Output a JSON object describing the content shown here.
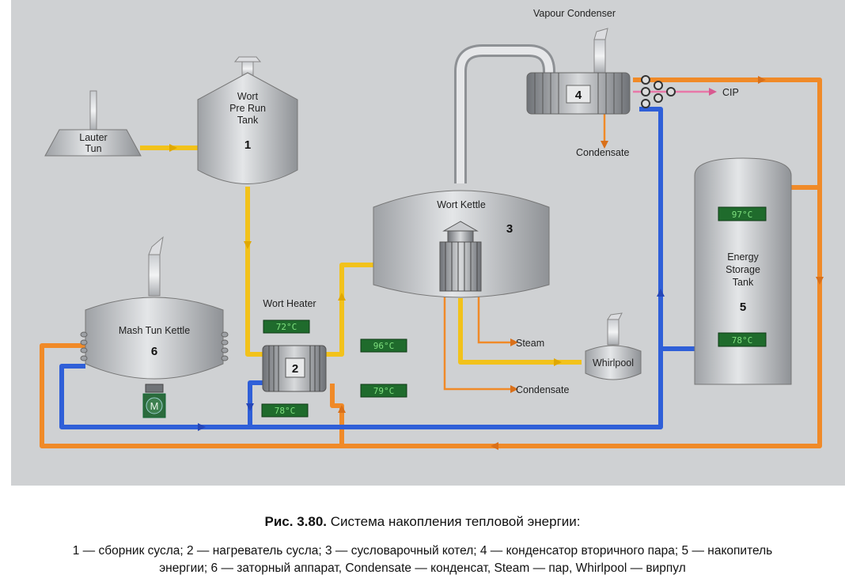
{
  "diagram": {
    "labels": {
      "vapour_condenser": "Vapour Condenser",
      "lauter_tun": [
        "Lauter",
        "Tun"
      ],
      "wort_pre_run_tank": [
        "Wort",
        "Pre Run",
        "Tank"
      ],
      "wort_kettle": "Wort Kettle",
      "wort_heater": "Wort Heater",
      "mash_tun_kettle": "Mash Tun Kettle",
      "energy_storage_tank": [
        "Energy",
        "Storage",
        "Tank"
      ],
      "whirlpool": "Whirlpool",
      "cip": "CIP",
      "condensate_top": "Condensate",
      "condensate_bottom": "Condensate",
      "steam": "Steam",
      "motor": "M"
    },
    "numbers": {
      "pre_run_tank": "1",
      "wort_heater": "2",
      "wort_kettle": "3",
      "vapour_condenser": "4",
      "energy_storage_tank": "5",
      "mash_tun_kettle": "6"
    },
    "displays": {
      "heater_top": "72°C",
      "heater_right_top": "96°C",
      "heater_right_bottom": "79°C",
      "heater_bottom": "78°C",
      "storage_top": "97°C",
      "storage_bottom": "78°C"
    },
    "colors": {
      "wort_line": "#f2c21b",
      "hot_water_line": "#f08a28",
      "cold_water_line": "#2f5fd8",
      "steam_line": "#f08a28",
      "cip_line": "#e878a8",
      "background": "#cfd1d3",
      "display_bg": "#1f6b2c",
      "display_text": "#7fe07f"
    }
  },
  "caption": {
    "figure": "Рис. 3.80.",
    "title": " Система накопления тепловой энергии:"
  },
  "legend": {
    "line1": "1 — сборник сусла; 2 — нагреватель сусла; 3 — сусловарочный котел; 4 — конденсатор вторичного пара; 5 — накопитель",
    "line2": "энергии; 6 — заторный аппарат, Condensate — конденсат, Steam — пар, Whirlpool — вирпул"
  }
}
